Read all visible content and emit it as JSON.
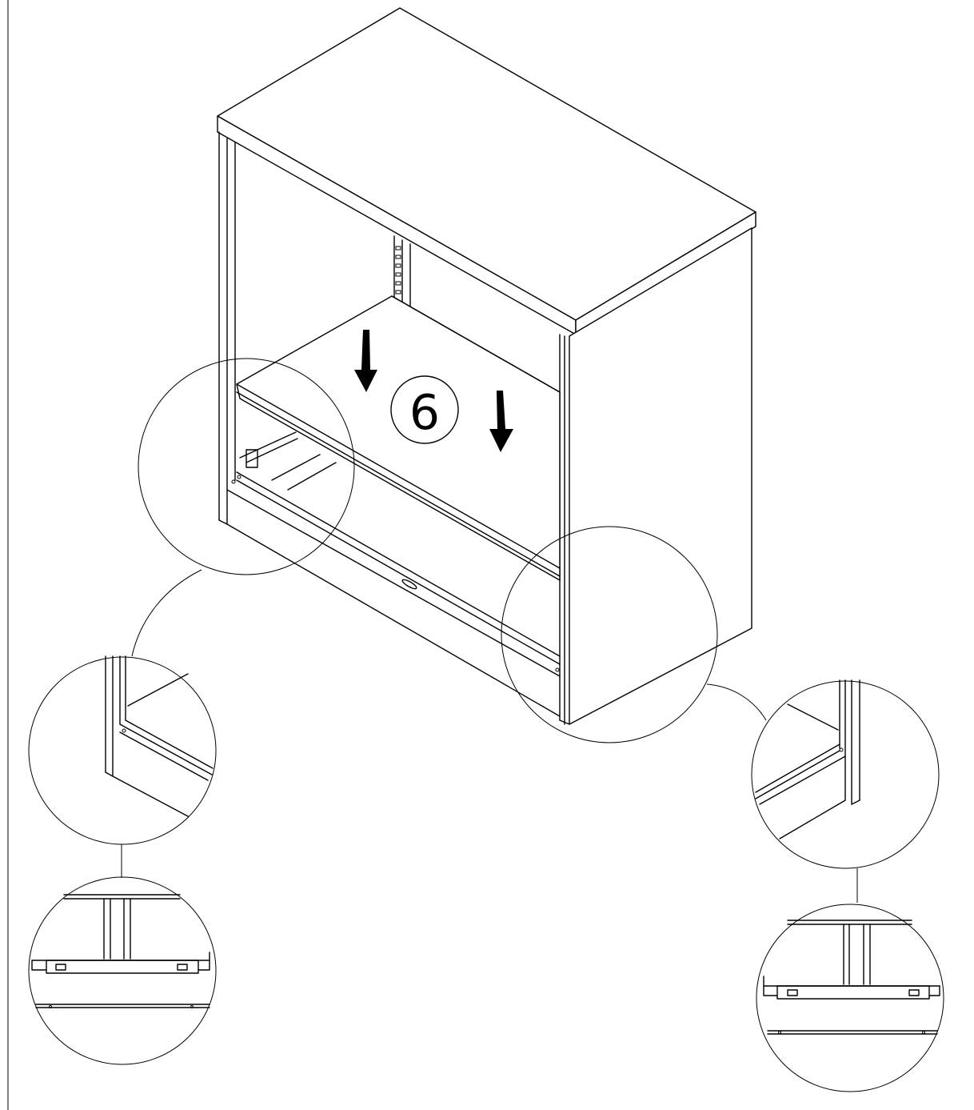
{
  "diagram": {
    "step_number": "6",
    "detail_views": [
      "front-left-corner-detail",
      "front-left-bracket-detail",
      "front-right-corner-detail",
      "front-right-bracket-detail"
    ]
  }
}
